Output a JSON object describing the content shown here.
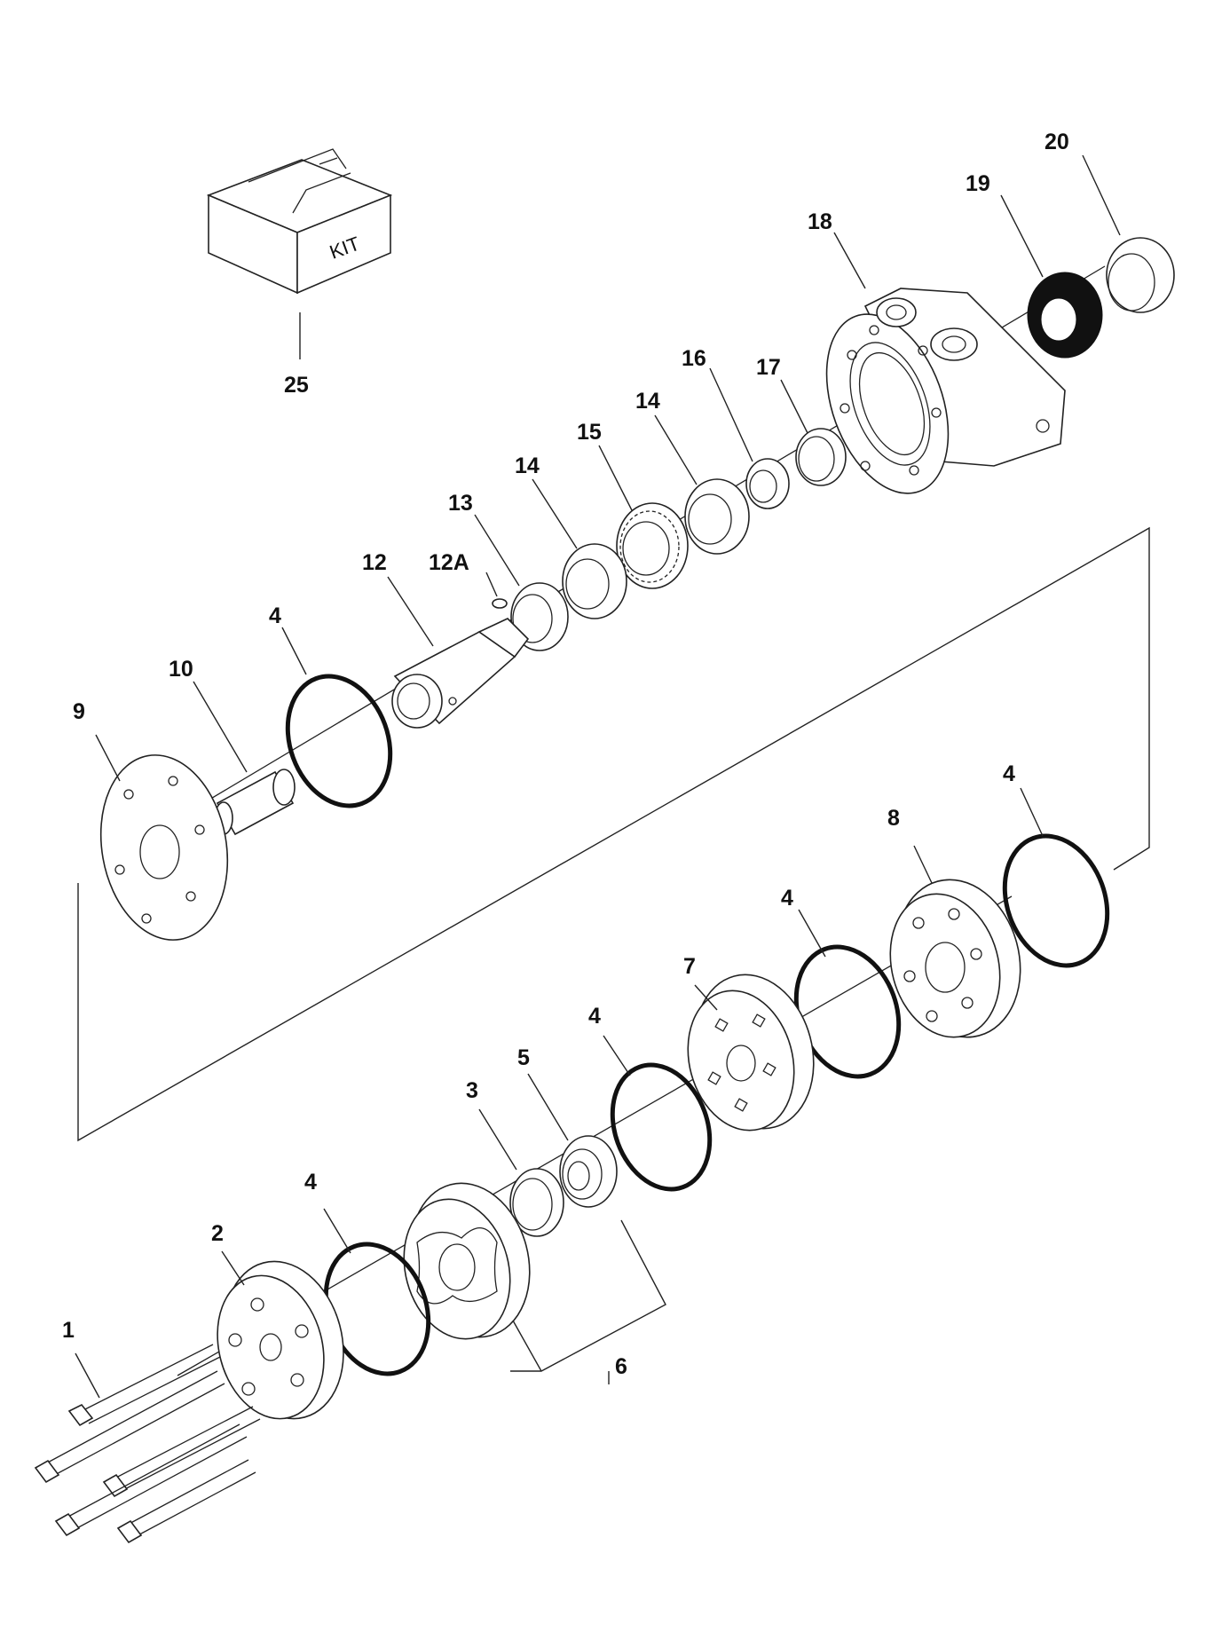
{
  "kit_box": {
    "text": "KIT"
  },
  "callouts": [
    {
      "id": "c25",
      "label": "25"
    },
    {
      "id": "c20",
      "label": "20"
    },
    {
      "id": "c19",
      "label": "19"
    },
    {
      "id": "c18",
      "label": "18"
    },
    {
      "id": "c17",
      "label": "17"
    },
    {
      "id": "c16",
      "label": "16"
    },
    {
      "id": "c14a",
      "label": "14"
    },
    {
      "id": "c15",
      "label": "15"
    },
    {
      "id": "c14b",
      "label": "14"
    },
    {
      "id": "c13",
      "label": "13"
    },
    {
      "id": "c12",
      "label": "12"
    },
    {
      "id": "c12A",
      "label": "12A"
    },
    {
      "id": "c4a",
      "label": "4"
    },
    {
      "id": "c10",
      "label": "10"
    },
    {
      "id": "c9",
      "label": "9"
    },
    {
      "id": "c4b",
      "label": "4"
    },
    {
      "id": "c8",
      "label": "8"
    },
    {
      "id": "c4c",
      "label": "4"
    },
    {
      "id": "c7",
      "label": "7"
    },
    {
      "id": "c4d",
      "label": "4"
    },
    {
      "id": "c5",
      "label": "5"
    },
    {
      "id": "c3",
      "label": "3"
    },
    {
      "id": "c4e",
      "label": "4"
    },
    {
      "id": "c2",
      "label": "2"
    },
    {
      "id": "c1",
      "label": "1"
    },
    {
      "id": "c6",
      "label": "6"
    }
  ]
}
